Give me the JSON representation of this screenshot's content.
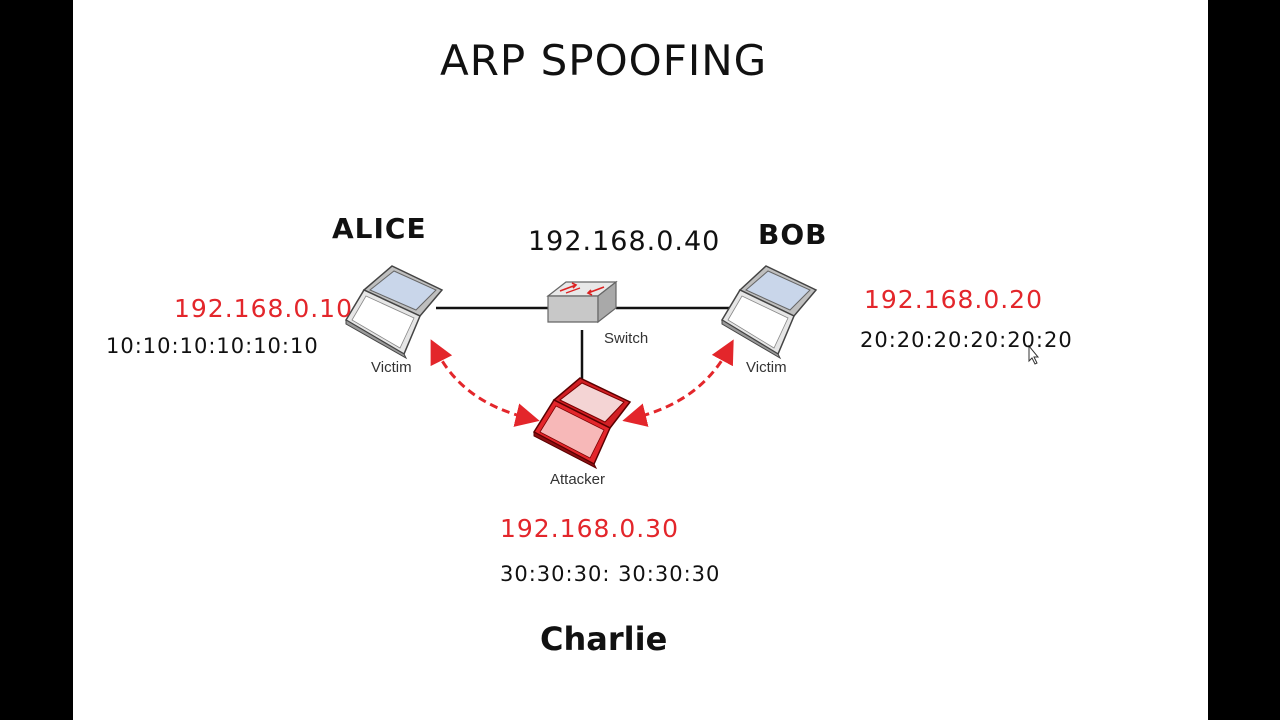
{
  "title": "ARP SPOOFING",
  "switch": {
    "label": "Switch",
    "ip": "192.168.0.40"
  },
  "alice": {
    "name": "ALICE",
    "role": "Victim",
    "ip": "192.168.0.10",
    "mac": "10:10:10:10:10:10"
  },
  "bob": {
    "name": "BOB",
    "role": "Victim",
    "ip": "192.168.0.20",
    "mac": "20:20:20:20:20:20"
  },
  "charlie": {
    "name": "Charlie",
    "role": "Attacker",
    "ip": "192.168.0.30",
    "mac": "30:30:30: 30:30:30"
  },
  "colors": {
    "attacker": "#e3262b",
    "ip_text": "#e3262b",
    "cable": "#111111",
    "victim_body": "#d9d9d9",
    "screen": "#c9d6ea"
  }
}
